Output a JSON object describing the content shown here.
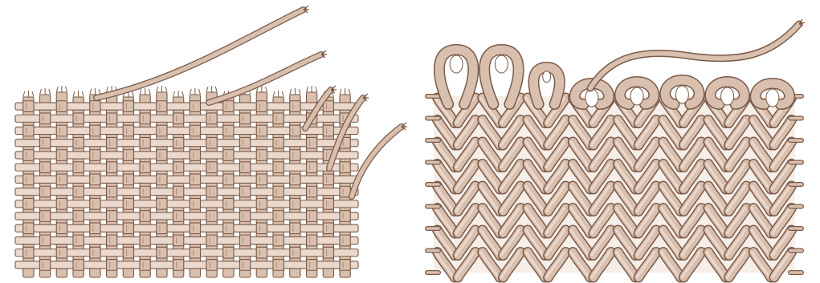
{
  "illustration": {
    "panels": [
      {
        "id": "woven",
        "subject": "woven-fabric",
        "loose_yarns": 5
      },
      {
        "id": "knitted",
        "subject": "knitted-fabric",
        "loops": 8
      }
    ],
    "colors": {
      "background": "#ffffff",
      "yarn_fill": "#d8bfae",
      "yarn_light": "#ead9cc",
      "yarn_outline": "#7a5a48",
      "yarn_shadow": "#a4806b"
    }
  }
}
